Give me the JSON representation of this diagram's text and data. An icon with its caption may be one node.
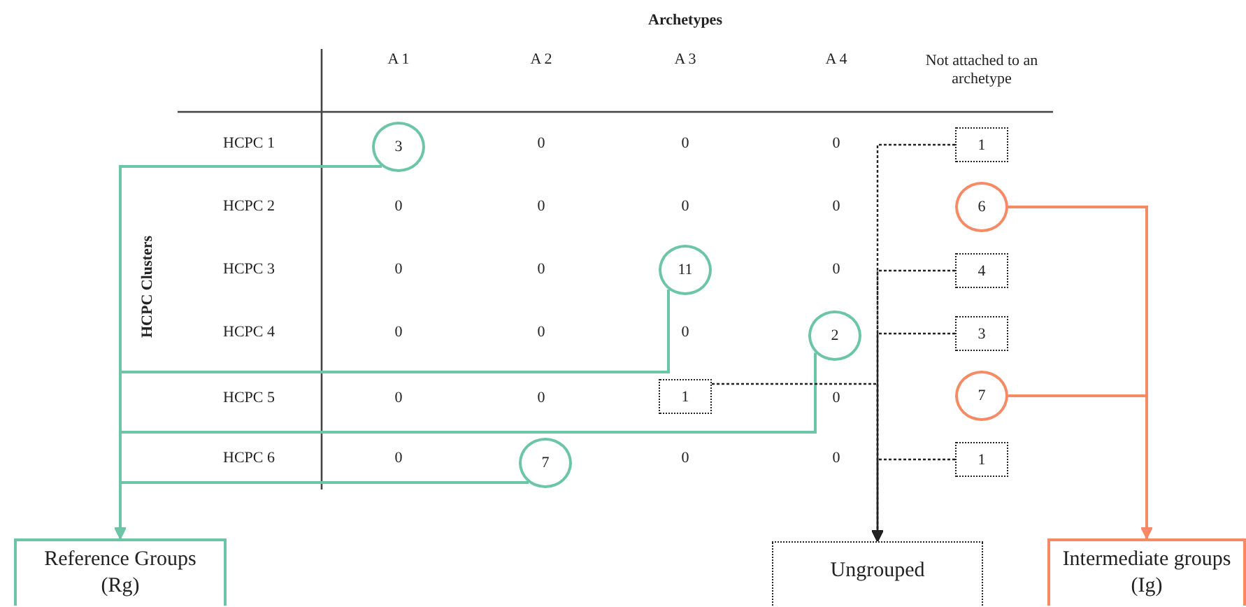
{
  "diagram": {
    "nodes": [
      {
        "text": [
          "3"
        ]
      },
      {
        "text": [
          "1"
        ]
      },
      {
        "text": [
          "6"
        ]
      },
      {
        "text": [
          "11"
        ]
      },
      {
        "text": [
          "4"
        ]
      },
      {
        "text": [
          "2"
        ]
      },
      {
        "text": [
          "3"
        ]
      },
      {
        "text": [
          "1"
        ]
      },
      {
        "text": [
          "7"
        ]
      },
      {
        "text": [
          "7"
        ]
      },
      {
        "text": [
          "1"
        ]
      },
      {
        "text": [
          "Reference Groups (Rg)"
        ]
      },
      {
        "text": [
          "Ungrouped"
        ]
      },
      {
        "text": [
          "Intermediate groups (Ig)"
        ]
      }
    ],
    "edges": [
      {
        "from": 0,
        "to": 11,
        "arrow": "to",
        "color": "#6cc5a6"
      },
      {
        "from": 3,
        "to": 11,
        "arrow": "to",
        "color": "#6cc5a6"
      },
      {
        "from": 5,
        "to": 11,
        "arrow": "to",
        "color": "#6cc5a6"
      },
      {
        "from": 9,
        "to": 11,
        "arrow": "to",
        "color": "#6cc5a6"
      },
      {
        "from": 1,
        "to": 12,
        "arrow": "to",
        "style": "dashed"
      },
      {
        "from": 4,
        "to": 12,
        "arrow": "to",
        "style": "dashed"
      },
      {
        "from": 6,
        "to": 12,
        "arrow": "to",
        "style": "dashed"
      },
      {
        "from": 7,
        "to": 12,
        "arrow": "to",
        "style": "dashed"
      },
      {
        "from": 10,
        "to": 12,
        "arrow": "to",
        "style": "dashed"
      },
      {
        "from": 2,
        "to": 13,
        "arrow": "to",
        "color": "#f58a65"
      },
      {
        "from": 8,
        "to": 13,
        "arrow": "to",
        "color": "#f58a65"
      }
    ],
    "labels": [
      "Archetypes",
      "A 1",
      "A 2",
      "A 3",
      "A 4",
      "Not attached to an archetype",
      "HCPC Clusters",
      "HCPC 1",
      "0",
      "0",
      "0",
      "HCPC 2",
      "0",
      "0",
      "0",
      "0",
      "HCPC 3",
      "0",
      "0",
      "0",
      "HCPC 4",
      "0",
      "0",
      "0",
      "HCPC 5",
      "0",
      "0",
      "0",
      "HCPC 6",
      "0",
      "0",
      "0"
    ]
  }
}
